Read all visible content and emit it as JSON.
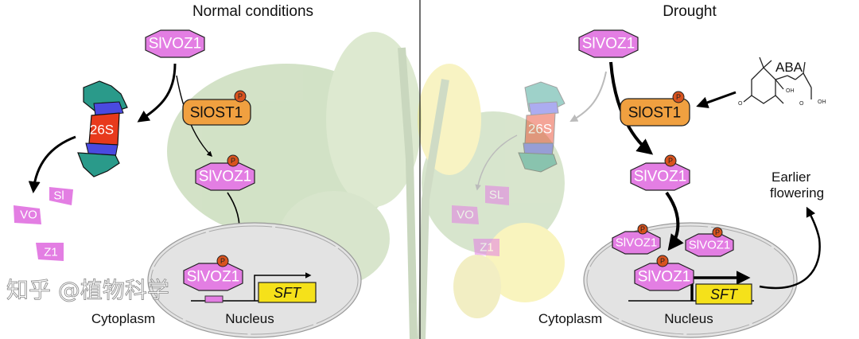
{
  "panels": {
    "normal": {
      "title": "Normal conditions",
      "protein": "SlVOZ1",
      "kinase": "SlOST1",
      "phospho": "P",
      "proteasome": "26S",
      "fragments": [
        "Sl",
        "VO",
        "Z1"
      ],
      "gene": "SFT",
      "cytoplasm": "Cytoplasm",
      "nucleus": "Nucleus"
    },
    "drought": {
      "title": "Drought",
      "protein": "SlVOZ1",
      "kinase": "SlOST1",
      "phospho": "P",
      "proteasome": "26S",
      "fragments": [
        "SL",
        "VO",
        "Z1"
      ],
      "hormone": "ABA",
      "hormone_groups": [
        "OH",
        "O",
        "O",
        "OH"
      ],
      "gene": "SFT",
      "outcome": [
        "Earlier",
        "flowering"
      ],
      "cytoplasm": "Cytoplasm",
      "nucleus": "Nucleus"
    }
  },
  "watermark": "知乎 @植物科学",
  "colors": {
    "protein": "#e37ee3",
    "kinase": "#f0a040",
    "phospho": "#d9531e",
    "proteasome_core": "#e83a1c",
    "proteasome_ring": "#4a4ae0",
    "proteasome_cap": "#2a9a8a",
    "gene": "#f5e11a",
    "nucleus": "#e3e3e3"
  }
}
